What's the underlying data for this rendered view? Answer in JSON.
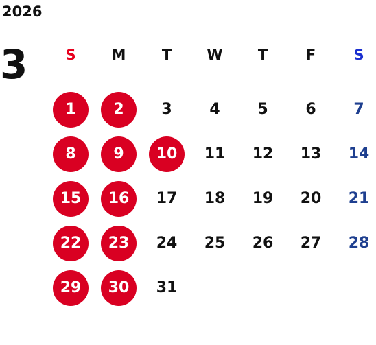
{
  "year": "2026",
  "month": "3",
  "weekdays": [
    "S",
    "M",
    "T",
    "W",
    "T",
    "F",
    "S"
  ],
  "colors": {
    "sunday_header": "#e8001e",
    "saturday_header": "#1a2fd0",
    "saturday_dates": "#1e3f8f",
    "highlight_circle": "#d90022",
    "highlight_text": "#ffffff",
    "default_text": "#111111"
  },
  "weeks": [
    [
      {
        "day": "1",
        "highlighted": true
      },
      {
        "day": "2",
        "highlighted": true
      },
      {
        "day": "3",
        "highlighted": false
      },
      {
        "day": "4",
        "highlighted": false
      },
      {
        "day": "5",
        "highlighted": false
      },
      {
        "day": "6",
        "highlighted": false
      },
      {
        "day": "7",
        "highlighted": false
      }
    ],
    [
      {
        "day": "8",
        "highlighted": true
      },
      {
        "day": "9",
        "highlighted": true
      },
      {
        "day": "10",
        "highlighted": true
      },
      {
        "day": "11",
        "highlighted": false
      },
      {
        "day": "12",
        "highlighted": false
      },
      {
        "day": "13",
        "highlighted": false
      },
      {
        "day": "14",
        "highlighted": false
      }
    ],
    [
      {
        "day": "15",
        "highlighted": true
      },
      {
        "day": "16",
        "highlighted": true
      },
      {
        "day": "17",
        "highlighted": false
      },
      {
        "day": "18",
        "highlighted": false
      },
      {
        "day": "19",
        "highlighted": false
      },
      {
        "day": "20",
        "highlighted": false
      },
      {
        "day": "21",
        "highlighted": false
      }
    ],
    [
      {
        "day": "22",
        "highlighted": true
      },
      {
        "day": "23",
        "highlighted": true
      },
      {
        "day": "24",
        "highlighted": false
      },
      {
        "day": "25",
        "highlighted": false
      },
      {
        "day": "26",
        "highlighted": false
      },
      {
        "day": "27",
        "highlighted": false
      },
      {
        "day": "28",
        "highlighted": false
      }
    ],
    [
      {
        "day": "29",
        "highlighted": true
      },
      {
        "day": "30",
        "highlighted": true
      },
      {
        "day": "31",
        "highlighted": false
      }
    ]
  ]
}
